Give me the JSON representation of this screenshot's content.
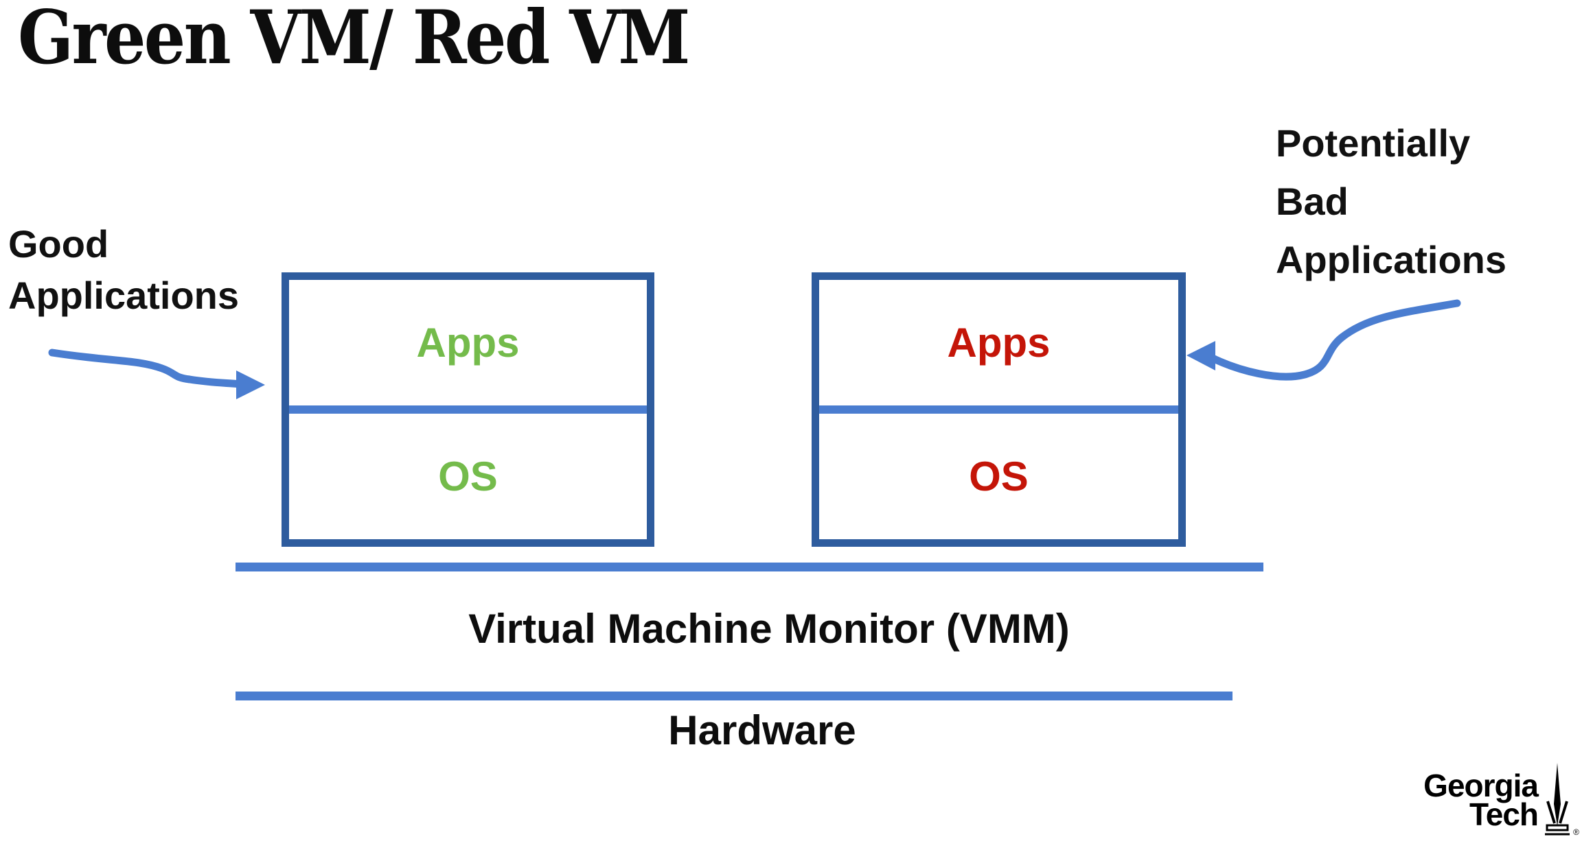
{
  "title": "Green VM/ Red VM",
  "annotations": {
    "good": {
      "line1": "Good",
      "line2": "Applications"
    },
    "bad": {
      "line1": "Potentially",
      "line2": "Bad",
      "line3": "Applications"
    }
  },
  "vms": [
    {
      "id": "green-vm",
      "apps": "Apps",
      "os": "OS",
      "text_color": "#74bb4b"
    },
    {
      "id": "red-vm",
      "apps": "Apps",
      "os": "OS",
      "text_color": "#c41508"
    }
  ],
  "layers": {
    "vmm": "Virtual Machine Monitor (VMM)",
    "hardware": "Hardware"
  },
  "logo": {
    "line1": "Georgia",
    "line2": "Tech",
    "registered": "®"
  },
  "icons": {
    "left_arrow": "good-apps-curved-arrow-icon",
    "right_arrow": "bad-apps-curved-arrow-icon",
    "tower": "georgia-tech-tower-icon"
  },
  "colors": {
    "box_border_blue": "#2e5c9e",
    "accent_blue": "#4a7dd0",
    "good_green": "#74bb4b",
    "bad_red": "#c41508",
    "text_black": "#0d0d0d",
    "background": "#ffffff"
  }
}
